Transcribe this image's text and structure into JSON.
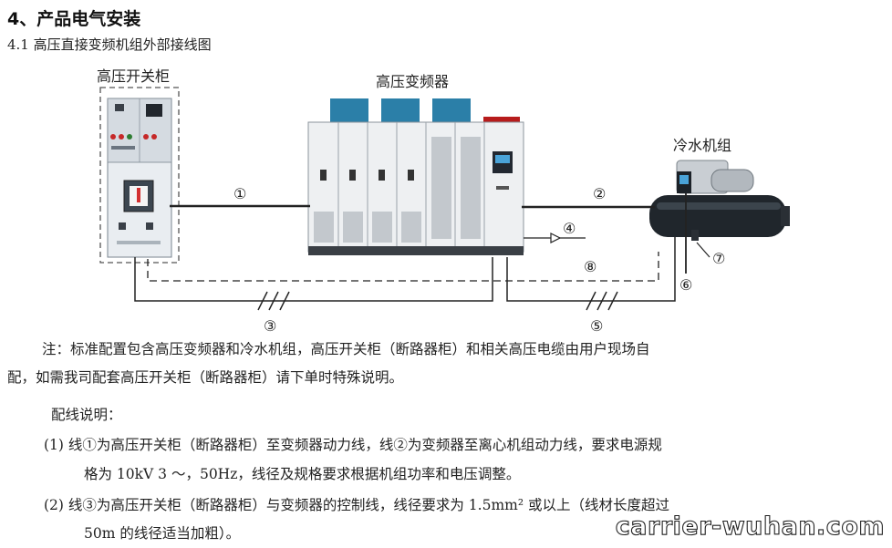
{
  "heading": "4、产品电气安装",
  "subheading": "4.1 高压直接变频机组外部接线图",
  "diagram": {
    "switchgear_label": "高压开关柜",
    "vfd_label": "高压变频器",
    "chiller_label": "冷水机组",
    "markers": [
      "①",
      "②",
      "③",
      "④",
      "⑤",
      "⑥",
      "⑦",
      "⑧"
    ]
  },
  "notes": {
    "line1": "注：标准配置包含高压变频器和冷水机组，高压开关柜（断路器柜）和相关高压电缆由用户现场自",
    "line2": "配，如需我司配套高压开关柜（断路器柜）请下单时特殊说明。",
    "wiring_title": "配线说明：",
    "item1_a": "(1)  线①为高压开关柜（断路器柜）至变频器动力线，线②为变频器至离心机组动力线，要求电源规",
    "item1_b": "格为 10kV 3 ～，50Hz，线径及规格要求根据机组功率和电压调整。",
    "item2_a": "(2)  线③为高压开关柜（断路器柜）与变频器的控制线，线径要求为 1.5mm² 或以上（线材长度超过",
    "item2_b": "50m 的线径适当加粗）。"
  },
  "watermark": "carrier-wuhan.com"
}
